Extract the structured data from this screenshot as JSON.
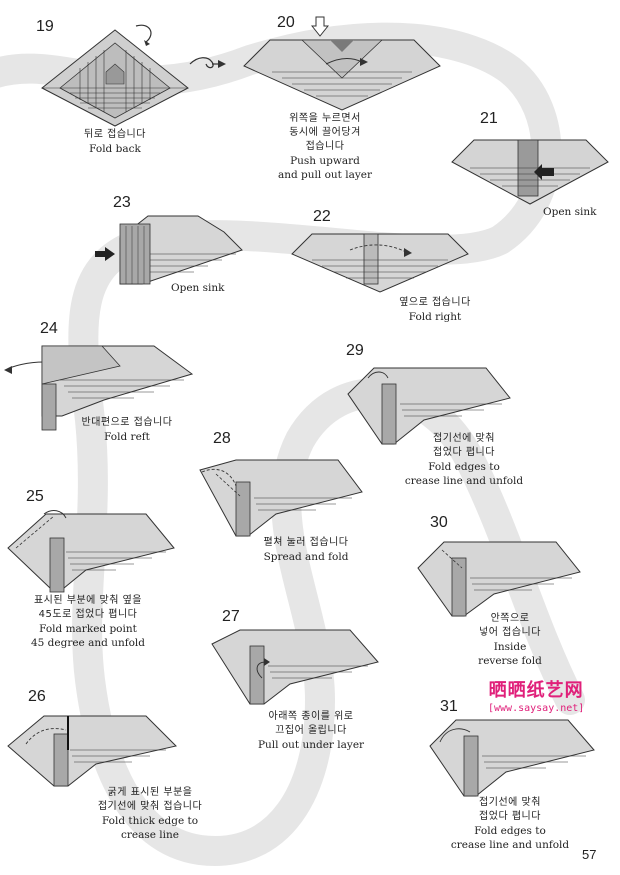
{
  "steps": [
    {
      "num": "19",
      "ko": "뒤로 접습니다",
      "en": [
        "Fold back"
      ]
    },
    {
      "num": "20",
      "ko": [
        "위쪽을 누르면서",
        "동시에 끌어당겨",
        "접습니다"
      ],
      "en": [
        "Push upward",
        "and pull out layer"
      ]
    },
    {
      "num": "21",
      "label": "Open sink"
    },
    {
      "num": "22",
      "ko": "옆으로 접습니다",
      "en": [
        "Fold right"
      ]
    },
    {
      "num": "23",
      "label": "Open sink"
    },
    {
      "num": "24",
      "ko": "반대편으로 접습니다",
      "en": [
        "Fold reft"
      ]
    },
    {
      "num": "25",
      "ko": [
        "표시된 부분에 맞춰 옆을",
        "45도로 접었다 폅니다"
      ],
      "en": [
        "Fold marked point",
        "45 degree and unfold"
      ]
    },
    {
      "num": "26",
      "ko": [
        "굵게 표시된 부분을",
        "접기선에 맞춰 접습니다"
      ],
      "en": [
        "Fold thick edge to",
        "crease line"
      ]
    },
    {
      "num": "27",
      "ko": [
        "아래쪽 종이를 위로",
        "끄집어 올립니다"
      ],
      "en": [
        "Pull out under layer"
      ]
    },
    {
      "num": "28",
      "ko": "펼쳐 눌러 접습니다",
      "en": [
        "Spread and fold"
      ]
    },
    {
      "num": "29",
      "ko": [
        "접기선에 맞춰",
        "접었다 폅니다"
      ],
      "en": [
        "Fold edges to",
        "crease line and unfold"
      ]
    },
    {
      "num": "30",
      "ko": [
        "안쪽으로",
        "넣어 접습니다"
      ],
      "en": [
        "Inside",
        "reverse fold"
      ]
    },
    {
      "num": "31",
      "ko": [
        "접기선에 맞춰",
        "접었다 폅니다"
      ],
      "en": [
        "Fold edges to",
        "crease line and unfold"
      ]
    }
  ],
  "page_number": "57",
  "watermark": {
    "cn": "晒晒纸艺网",
    "url": "[www.saysay.net]"
  }
}
